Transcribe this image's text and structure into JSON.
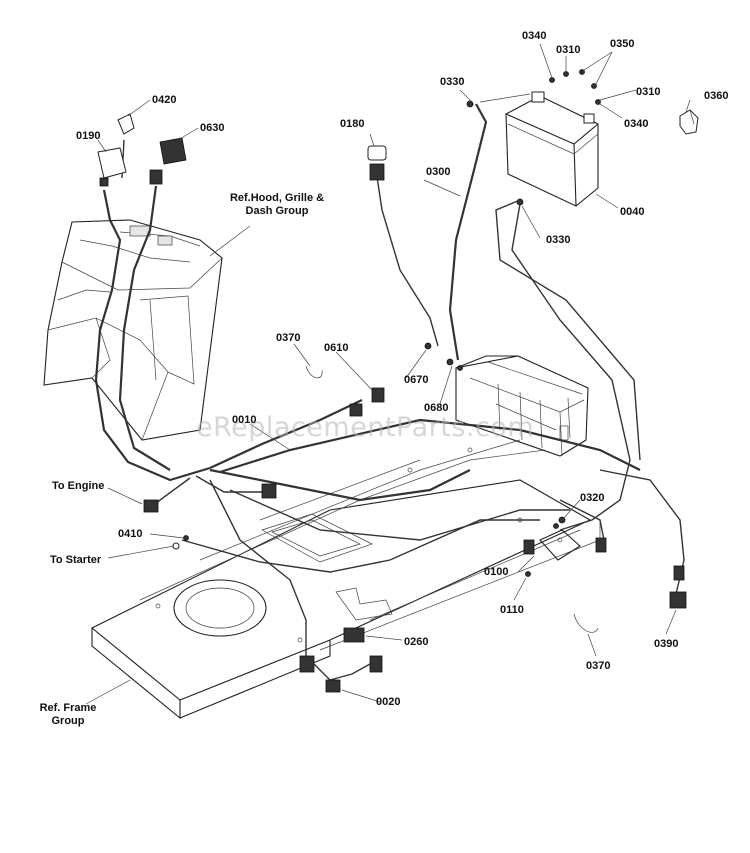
{
  "watermark": "eReplacementParts.com",
  "labels": {
    "p0010": "0010",
    "p0020": "0020",
    "p0040": "0040",
    "p0100": "0100",
    "p0110": "0110",
    "p0180": "0180",
    "p0190": "0190",
    "p0260": "0260",
    "p0300": "0300",
    "p0310a": "0310",
    "p0310b": "0310",
    "p0320": "0320",
    "p0330a": "0330",
    "p0330b": "0330",
    "p0340a": "0340",
    "p0340b": "0340",
    "p0350": "0350",
    "p0360": "0360",
    "p0370a": "0370",
    "p0370b": "0370",
    "p0390": "0390",
    "p0410": "0410",
    "p0420": "0420",
    "p0610": "0610",
    "p0630": "0630",
    "p0670": "0670",
    "p0680": "0680",
    "to_engine": "To Engine",
    "to_starter": "To Starter",
    "ref_hood_line1": "Ref.Hood, Grille &",
    "ref_hood_line2": "Dash Group",
    "ref_frame_line1": "Ref. Frame",
    "ref_frame_line2": "Group"
  }
}
